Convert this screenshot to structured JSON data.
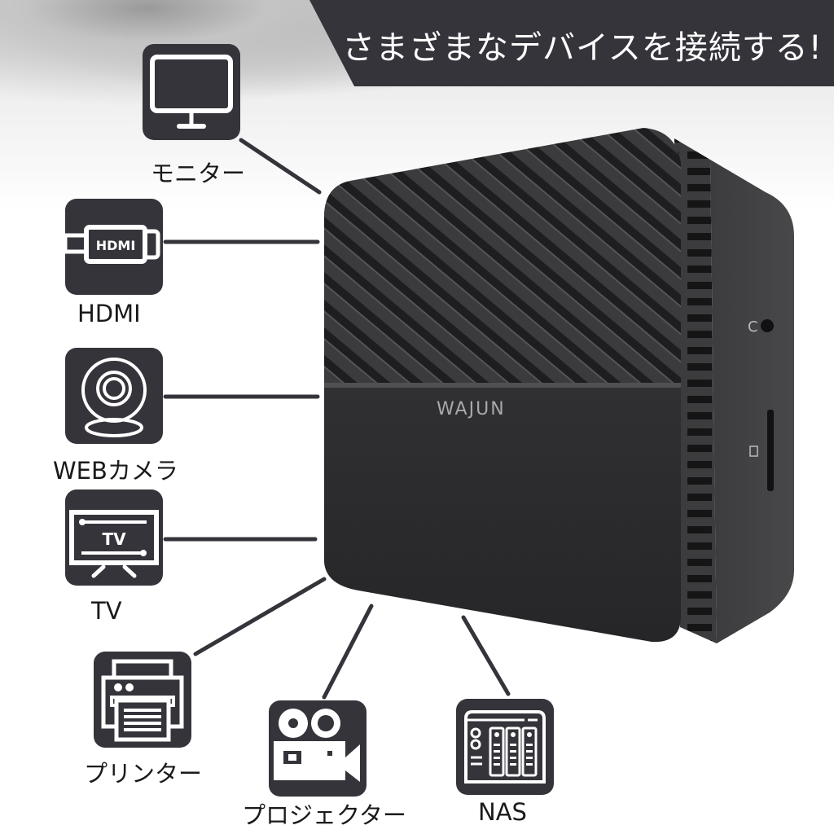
{
  "banner": {
    "title": "さまざまなデバイスを接続する!",
    "background": "#35343b",
    "text_color": "#ffffff"
  },
  "devices": [
    {
      "id": "monitor",
      "label": "モニター",
      "icon": "monitor-icon"
    },
    {
      "id": "hdmi",
      "label": "HDMI",
      "icon": "hdmi-cable-icon",
      "icon_text": "HDMI"
    },
    {
      "id": "webcam",
      "label": "WEBカメラ",
      "icon": "webcam-icon"
    },
    {
      "id": "tv",
      "label": "TV",
      "icon": "tv-icon",
      "icon_text": "TV"
    },
    {
      "id": "printer",
      "label": "プリンター",
      "icon": "printer-icon"
    },
    {
      "id": "projector",
      "label": "プロジェクター",
      "icon": "projector-icon"
    },
    {
      "id": "nas",
      "label": "NAS",
      "icon": "nas-icon"
    }
  ],
  "product": {
    "brand": "WAJUN",
    "body_color": "#2b2b2d",
    "side_color": "#3a3a3c"
  },
  "colors": {
    "icon_bg": "#35343b",
    "connector_line": "#35343b",
    "label_text": "#1a1a1a"
  }
}
